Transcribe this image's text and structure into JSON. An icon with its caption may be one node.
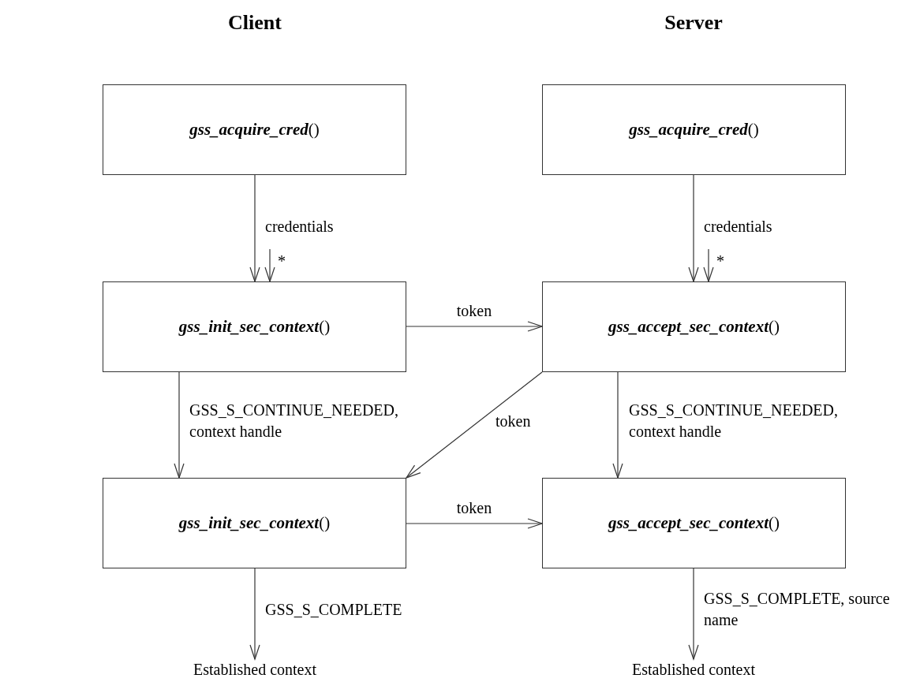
{
  "diagram": {
    "nodes": [
      {
        "text": [
          "**gss_acquire_cred**()"
        ]
      },
      {
        "text": [
          "**gss_acquire_cred**()"
        ]
      },
      {
        "text": [
          "**gss_init_sec_context**()"
        ]
      },
      {
        "text": [
          "**gss_accept_sec_context**()"
        ]
      },
      {
        "text": [
          "**gss_init_sec_context**()"
        ]
      },
      {
        "text": [
          "**gss_accept_sec_context**()"
        ]
      },
      {
        "text": [
          "Established context"
        ]
      },
      {
        "text": [
          "Established context"
        ]
      }
    ],
    "edges": [
      {
        "from": 0,
        "to": 2,
        "arrow": "to",
        "label": "credentials"
      },
      {
        "from": null,
        "to": 2,
        "arrow": "to",
        "label": "*"
      },
      {
        "from": 1,
        "to": 3,
        "arrow": "to",
        "label": "credentials"
      },
      {
        "from": null,
        "to": 3,
        "arrow": "to",
        "label": "*"
      },
      {
        "from": 2,
        "to": 3,
        "arrow": "to",
        "label": "token"
      },
      {
        "from": 2,
        "to": 4,
        "arrow": "to",
        "label": "GSS_S_CONTINUE_NEEDED, context handle"
      },
      {
        "from": 3,
        "to": 4,
        "arrow": "to",
        "label": "token"
      },
      {
        "from": 3,
        "to": 5,
        "arrow": "to",
        "label": "GSS_S_CONTINUE_NEEDED, context handle"
      },
      {
        "from": 4,
        "to": 5,
        "arrow": "to",
        "label": "token"
      },
      {
        "from": 4,
        "to": 6,
        "arrow": "to",
        "label": "GSS_S_COMPLETE"
      },
      {
        "from": 5,
        "to": 7,
        "arrow": "to",
        "label": "GSS_S_COMPLETE, source name"
      }
    ],
    "labels": [
      "Client",
      "Server"
    ]
  }
}
